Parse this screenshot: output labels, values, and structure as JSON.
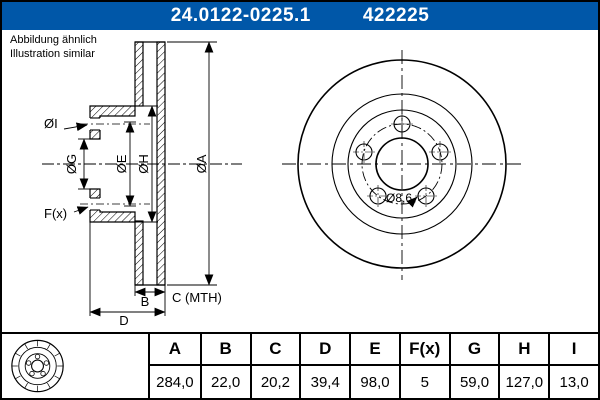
{
  "colors": {
    "accent_blue": "#0057a8",
    "line": "#000000",
    "background": "#ffffff"
  },
  "header": {
    "part_number": "24.0122-0225.1",
    "catalog_number": "422225"
  },
  "note": {
    "line1": "Abbildung ähnlich",
    "line2": "Illustration similar"
  },
  "drawing": {
    "section_labels": {
      "dia_i": "ØI",
      "dia_g": "ØG",
      "dia_e": "ØE",
      "dia_h": "ØH",
      "dia_a": "ØA",
      "f_x": "F(x)",
      "b": "B",
      "c_mth": "C (MTH)",
      "d": "D"
    },
    "front_labels": {
      "bolt_hole_dia": "Ø8,6"
    }
  },
  "table": {
    "headers": [
      "A",
      "B",
      "C",
      "D",
      "E",
      "F(x)",
      "G",
      "H",
      "I"
    ],
    "values": [
      "284,0",
      "22,0",
      "20,2",
      "39,4",
      "98,0",
      "5",
      "59,0",
      "127,0",
      "13,0"
    ]
  }
}
